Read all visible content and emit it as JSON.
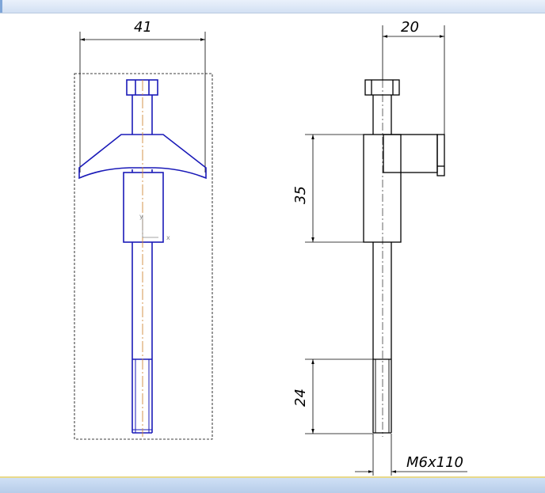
{
  "drawing": {
    "dimensions": {
      "front_width": "41",
      "side_width": "20",
      "side_height_upper": "35",
      "side_height_lower": "24",
      "thread_label": "M6x110"
    },
    "axis_labels": {
      "y": "y",
      "x": "x"
    },
    "colors": {
      "selected_part": "#1a1ab8",
      "unselected_part": "#000000",
      "centerline": "#d08a3a",
      "toolbar": "#d3e1f3"
    }
  }
}
